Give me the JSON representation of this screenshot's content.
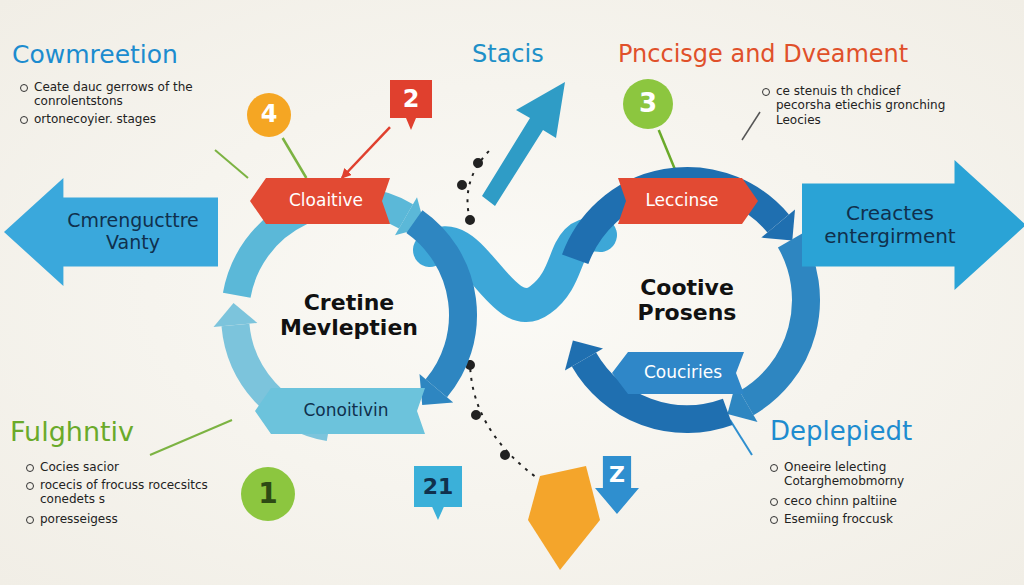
{
  "diagram": {
    "nodes": [
      {
        "text": [
          "Cmrengucttre Vanty"
        ]
      },
      {
        "text": [
          "4"
        ]
      },
      {
        "text": [
          "2"
        ]
      },
      {
        "text": [
          "Cretine Mevleptien"
        ]
      },
      {
        "text": [
          "Cloaitive"
        ]
      },
      {
        "text": [
          "Conoitivin"
        ]
      },
      {
        "text": [
          "3"
        ]
      },
      {
        "text": [
          "Cootive Prosens"
        ]
      },
      {
        "text": [
          "Leccinse"
        ]
      },
      {
        "text": [
          "Couciries"
        ]
      },
      {
        "text": [
          "Creactes entergirment"
        ]
      },
      {
        "text": [
          "1"
        ]
      },
      {
        "text": [
          "21"
        ]
      },
      {
        "text": [
          "Z"
        ]
      }
    ],
    "edges": [
      {
        "from": 1,
        "to": 4,
        "arrow": "none"
      },
      {
        "from": 2,
        "to": 4,
        "arrow": "to"
      },
      {
        "from": 6,
        "to": 8,
        "arrow": "to"
      }
    ],
    "labels": [
      "Cowmreetion",
      "Ceate dauc gerrows of the conrolentstons",
      "ortonecoyier. stages",
      "Stacis",
      "Pnccisge and Dveament",
      "ce stenuis th chdicef pecorsha etiechis gronching Leocies",
      "Fulghntiv",
      "Cocies sacior",
      "rocecis of frocuss rocecsitcs conedets s",
      "poresseigess",
      "Deplepiedt",
      "Oneeire lelecting Cotarghemobmorny",
      "ceco chinn paltiine",
      "Esemiing froccusk"
    ]
  }
}
